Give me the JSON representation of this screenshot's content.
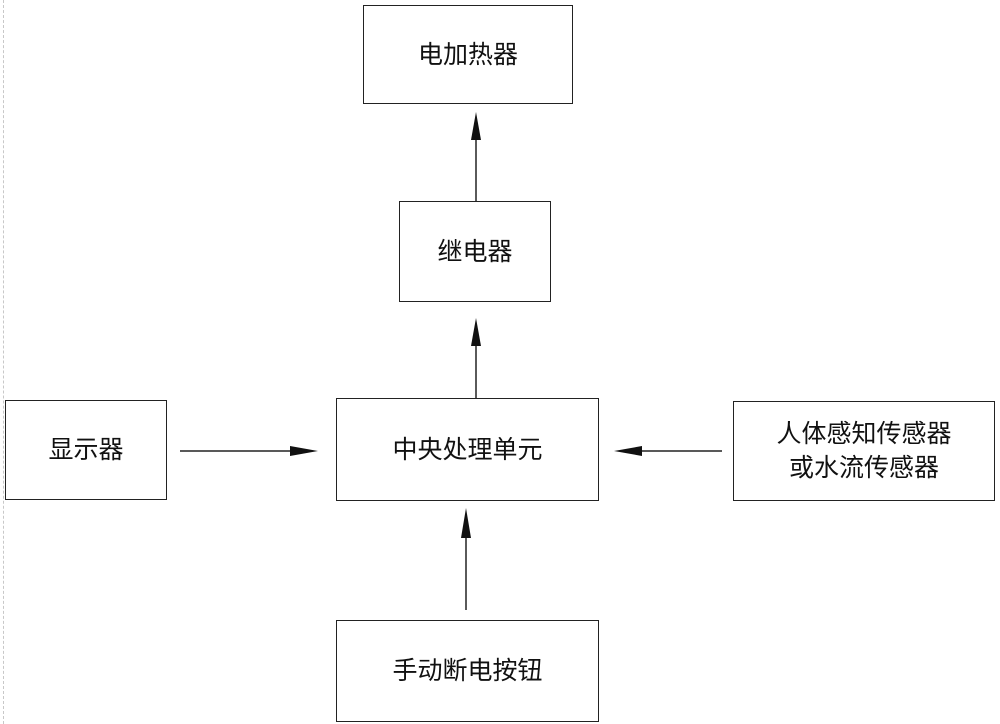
{
  "diagram": {
    "nodes": {
      "heater": {
        "label": "电加热器"
      },
      "relay": {
        "label": "继电器"
      },
      "cpu": {
        "label": "中央处理单元"
      },
      "display": {
        "label": "显示器"
      },
      "sensor": {
        "lines": [
          "人体感知传感器",
          "或水流传感器"
        ]
      },
      "button": {
        "label": "手动断电按钮"
      }
    },
    "edges": [
      {
        "from": "cpu",
        "to": "relay"
      },
      {
        "from": "relay",
        "to": "heater"
      },
      {
        "from": "display",
        "to": "cpu"
      },
      {
        "from": "sensor",
        "to": "cpu"
      },
      {
        "from": "button",
        "to": "cpu"
      }
    ],
    "colors": {
      "line": "#222222",
      "background": "#ffffff"
    }
  }
}
